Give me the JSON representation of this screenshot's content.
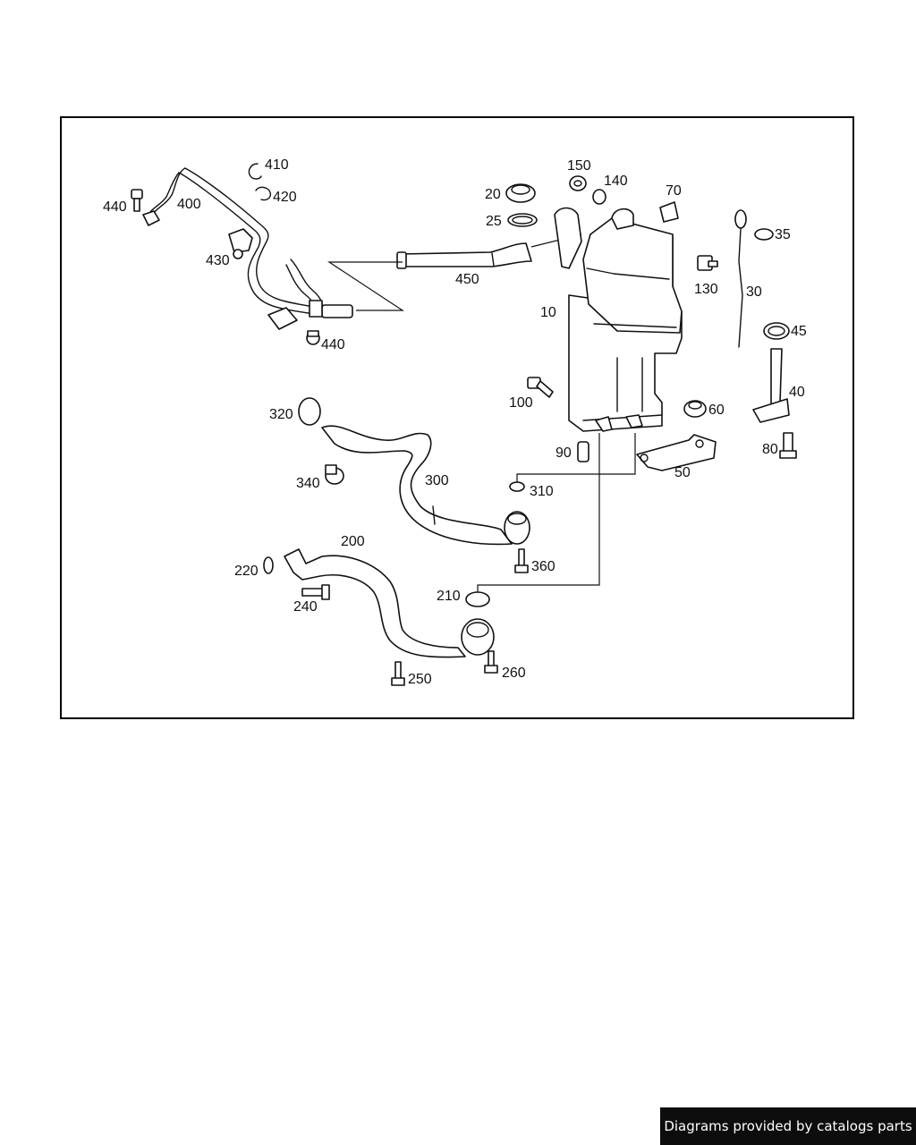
{
  "diagram": {
    "labels": {
      "p10": "10",
      "p20": "20",
      "p25": "25",
      "p30": "30",
      "p35": "35",
      "p40": "40",
      "p45": "45",
      "p50": "50",
      "p60": "60",
      "p70": "70",
      "p80": "80",
      "p90": "90",
      "p100": "100",
      "p130": "130",
      "p140": "140",
      "p150": "150",
      "p200": "200",
      "p210": "210",
      "p220": "220",
      "p240": "240",
      "p250": "250",
      "p260": "260",
      "p300": "300",
      "p310": "310",
      "p320": "320",
      "p340": "340",
      "p360": "360",
      "p400": "400",
      "p410": "410",
      "p420": "420",
      "p430": "430",
      "p440a": "440",
      "p440b": "440",
      "p450": "450"
    }
  },
  "footer": {
    "credit": "Diagrams provided by catalogs parts"
  }
}
